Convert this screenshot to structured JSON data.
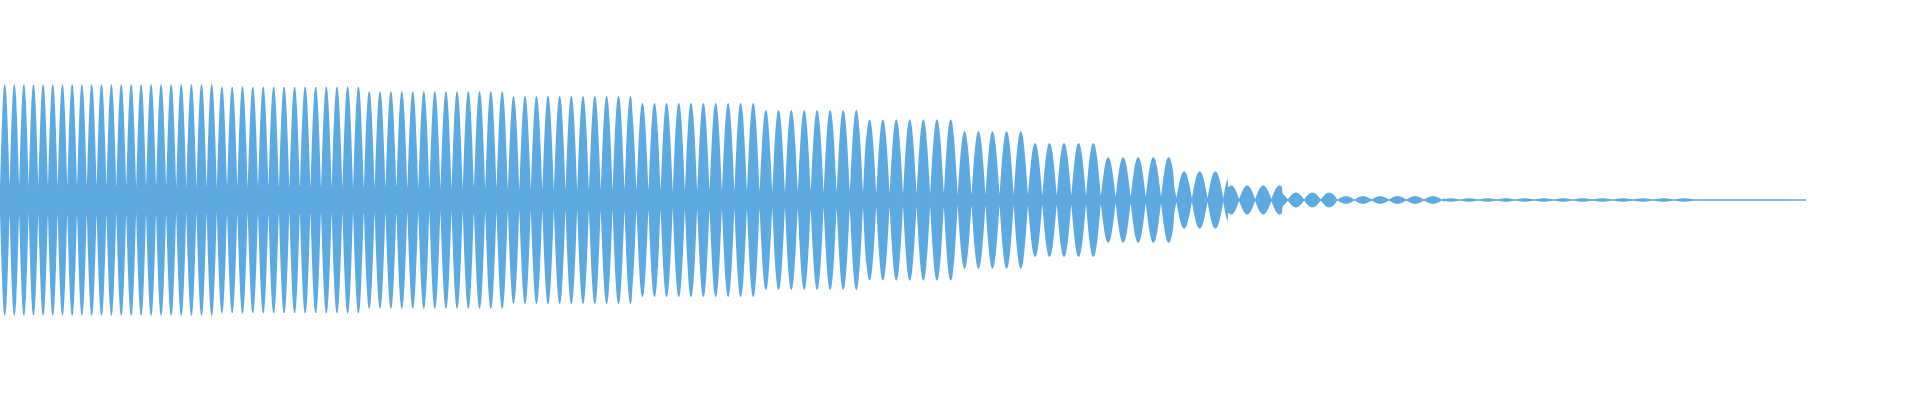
{
  "waveform": {
    "color": "#5DA9E1",
    "background": "#ffffff",
    "bands": [
      {
        "start": 0.0,
        "end": 0.12,
        "amp": 0.98
      },
      {
        "start": 0.12,
        "end": 0.2,
        "amp": 0.96
      },
      {
        "start": 0.2,
        "end": 0.28,
        "amp": 0.92
      },
      {
        "start": 0.28,
        "end": 0.35,
        "amp": 0.88
      },
      {
        "start": 0.35,
        "end": 0.42,
        "amp": 0.82
      },
      {
        "start": 0.42,
        "end": 0.48,
        "amp": 0.76
      },
      {
        "start": 0.48,
        "end": 0.53,
        "amp": 0.68
      },
      {
        "start": 0.53,
        "end": 0.57,
        "amp": 0.58
      },
      {
        "start": 0.57,
        "end": 0.61,
        "amp": 0.48
      },
      {
        "start": 0.61,
        "end": 0.65,
        "amp": 0.36
      },
      {
        "start": 0.65,
        "end": 0.68,
        "amp": 0.24
      },
      {
        "start": 0.68,
        "end": 0.71,
        "amp": 0.12
      },
      {
        "start": 0.71,
        "end": 0.74,
        "amp": 0.06
      },
      {
        "start": 0.74,
        "end": 0.8,
        "amp": 0.03
      },
      {
        "start": 0.8,
        "end": 0.94,
        "amp": 0.012
      }
    ]
  }
}
